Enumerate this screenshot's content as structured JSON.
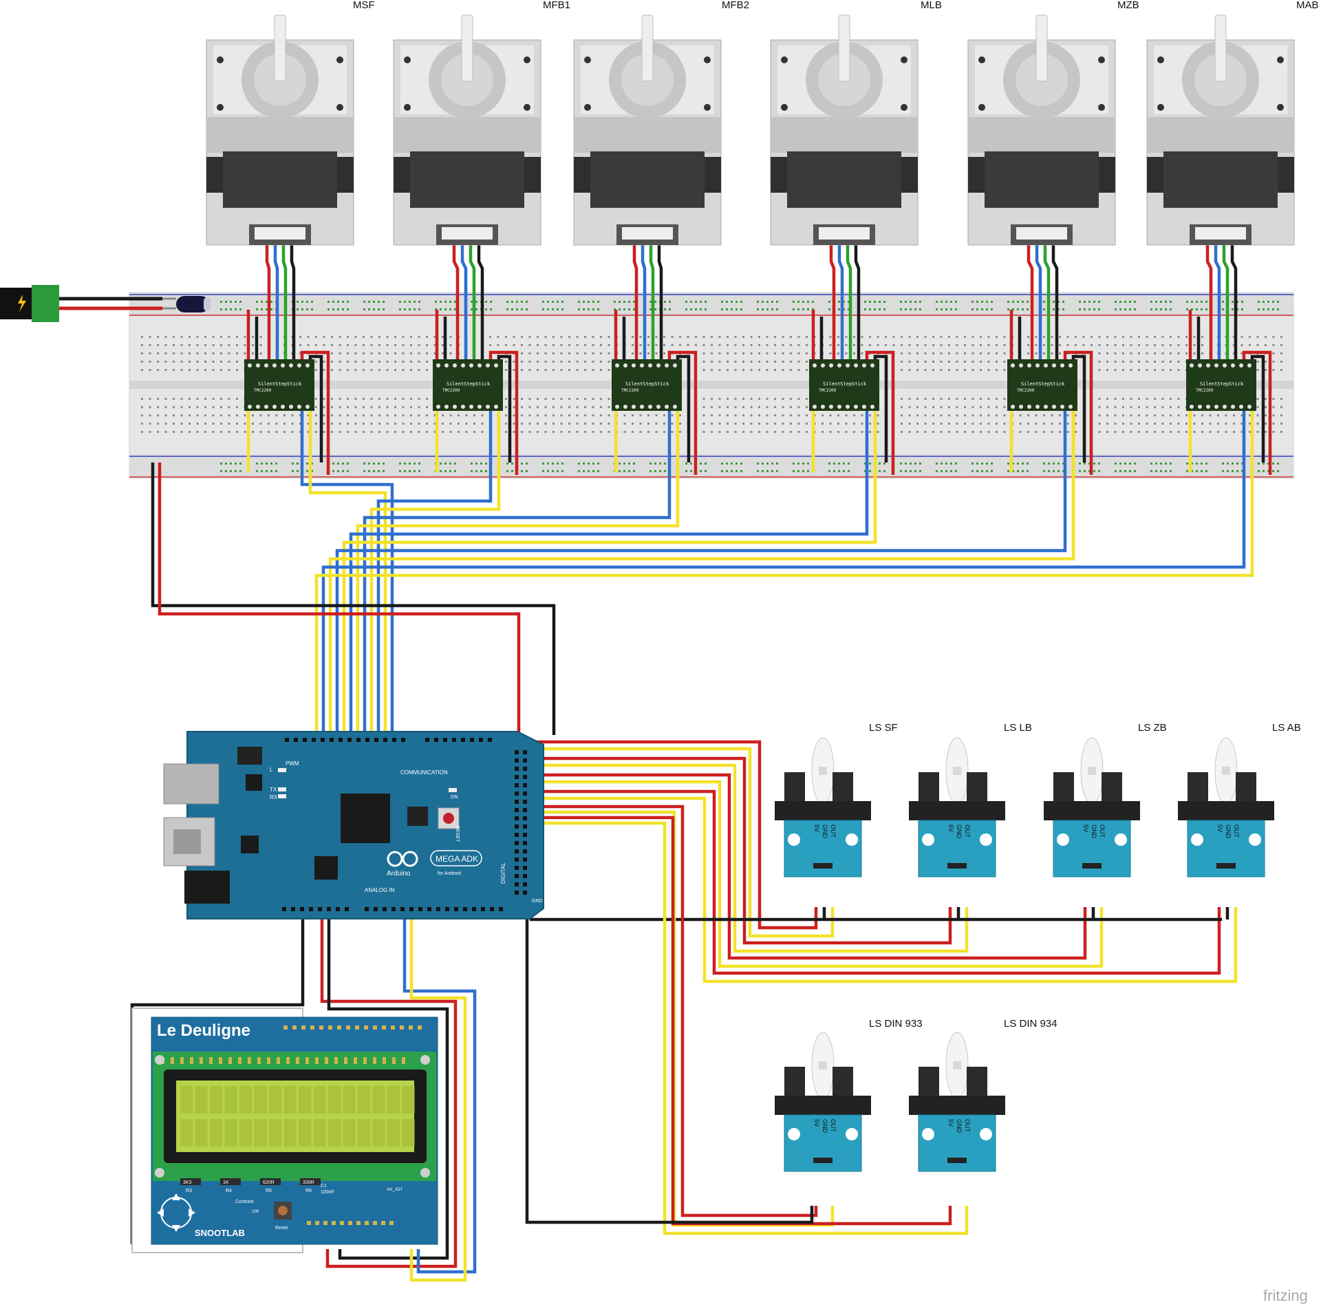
{
  "motors": [
    {
      "label": "MSF"
    },
    {
      "label": "MFB1"
    },
    {
      "label": "MFB2"
    },
    {
      "label": "MLB"
    },
    {
      "label": "MZB"
    },
    {
      "label": "MAB"
    }
  ],
  "sensors_top": [
    {
      "label": "LS SF"
    },
    {
      "label": "LS LB"
    },
    {
      "label": "LS ZB"
    },
    {
      "label": "LS AB"
    }
  ],
  "sensors_bottom": [
    {
      "label": "LS DIN 933"
    },
    {
      "label": "LS DIN 934"
    }
  ],
  "driver": {
    "title": "SilentStepStick",
    "sub": "TMC2209"
  },
  "arduino": {
    "brand": "Arduino",
    "board": "MEGA ADK",
    "for_android": "for Android",
    "pwm": "PWM",
    "communication": "COMMUNICATION",
    "analog_in": "ANALOG IN",
    "digital": "DIGITAL",
    "reset": "RESET",
    "on": "ON",
    "tx": "TX",
    "rx": "RX",
    "l": "L",
    "gnd": "GND"
  },
  "lcd_shield": {
    "brand": "Le Deuligne",
    "maker": "SNOOTLAB",
    "contrast": "Contrast",
    "reset": "Reset",
    "resistors": [
      "3K3",
      "1K",
      "620R",
      "330R"
    ],
    "resistor_ids": [
      "R3",
      "R4",
      "R5",
      "R6"
    ],
    "cap": "C1",
    "cap_val": "100nF",
    "an_joy": "AN_JOY",
    "r10k": "10K"
  },
  "sensor_pins": [
    "5V",
    "GND",
    "OUT"
  ],
  "watermark": "fritzing",
  "colors": {
    "red": "#cc1f1f",
    "black": "#1a1a1a",
    "blue": "#2f6fcf",
    "green": "#2aa22a",
    "yellow": "#f2e22a",
    "board_blue": "#1d6f96",
    "sensor_blue": "#2aa0c0",
    "driver_green": "#1f3a18",
    "lcd_screen": "#b8d24a"
  }
}
